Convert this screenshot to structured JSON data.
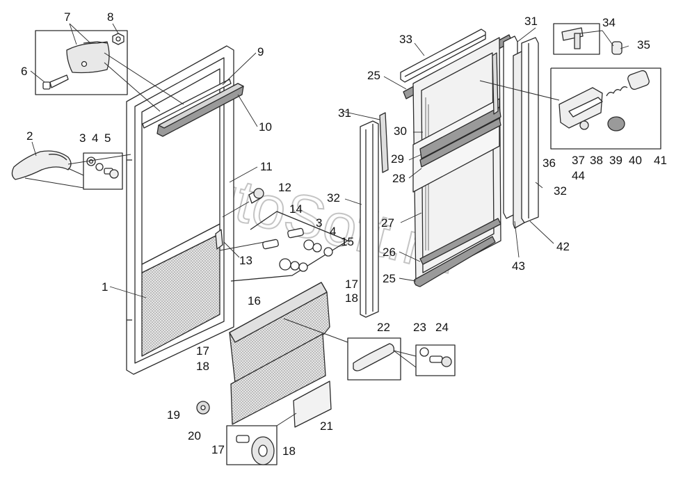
{
  "watermark": "AutoSoft.ru",
  "colors": {
    "line": "#2a2a2a",
    "fill": "#ffffff",
    "mesh": "#bdbdbd",
    "seal": "#9a9a9a",
    "glass": "#f2f2f2",
    "watermark": "#c4c4c4"
  },
  "callouts": [
    "1",
    "2",
    "3",
    "4",
    "5",
    "6",
    "7",
    "8",
    "9",
    "10",
    "11",
    "12",
    "13",
    "14",
    "3",
    "4",
    "15",
    "16",
    "17",
    "18",
    "17",
    "18",
    "19",
    "20",
    "21",
    "17",
    "18",
    "22",
    "23",
    "24",
    "25",
    "26",
    "27",
    "28",
    "29",
    "30",
    "31",
    "32",
    "33",
    "25",
    "31",
    "34",
    "35",
    "36",
    "37",
    "44",
    "38",
    "39",
    "40",
    "41",
    "32",
    "42",
    "43"
  ]
}
